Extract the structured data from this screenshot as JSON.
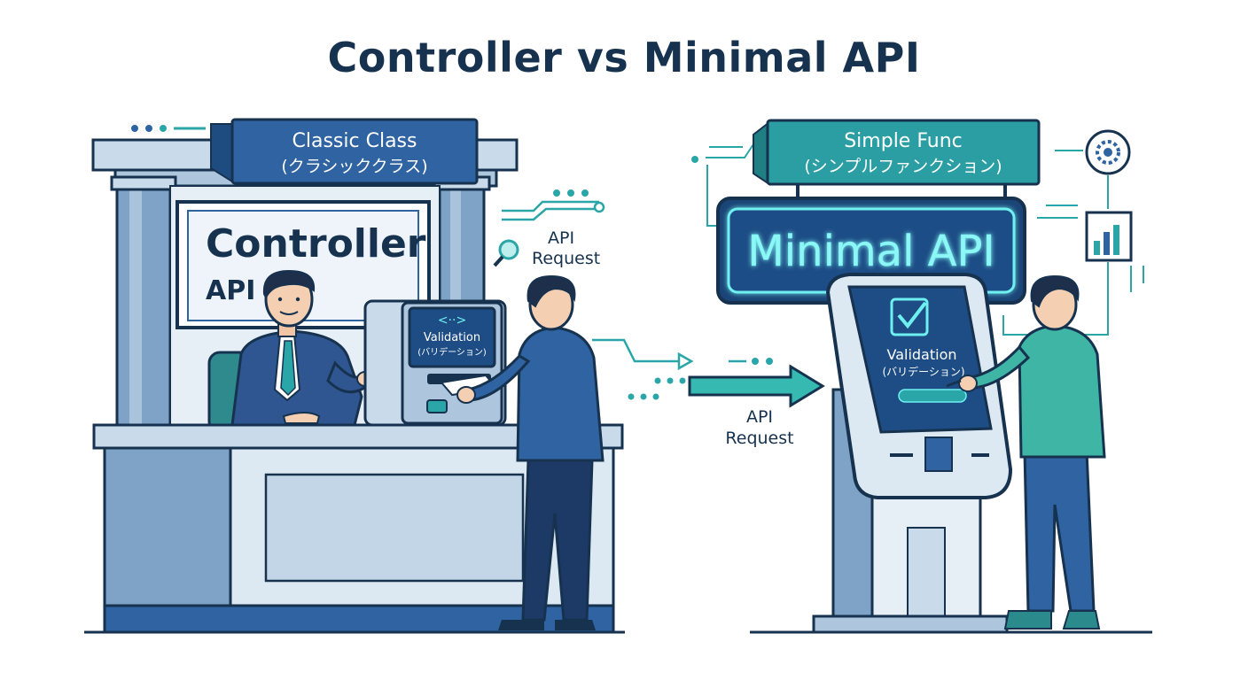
{
  "title": "Controller vs Minimal API",
  "left_panel": {
    "banner_line1": "Classic Class",
    "banner_line2": "(クラシッククラス)",
    "sign_line1": "Controller",
    "sign_line2": "API",
    "kiosk_line1": "Validation",
    "kiosk_line2": "(バリデーション)",
    "request_line1": "API",
    "request_line2": "Request"
  },
  "middle": {
    "request_line1": "API",
    "request_line2": "Request"
  },
  "right_panel": {
    "banner_line1": "Simple Func",
    "banner_line2": "(シンプルファンクション)",
    "neon_sign": "Minimal API",
    "kiosk_line1": "Validation",
    "kiosk_line2": "(バリデーション)"
  },
  "icons": [
    "magnifier-icon",
    "code-brackets-icon",
    "checkmark-icon",
    "gear-icon",
    "bar-chart-icon",
    "arrow-right-icon",
    "document-icon"
  ],
  "colors": {
    "navy": "#16324f",
    "blue": "#2f63a1",
    "teal": "#2aa6a8",
    "light_blue": "#dce8f2",
    "neon": "#6ff0f0"
  }
}
